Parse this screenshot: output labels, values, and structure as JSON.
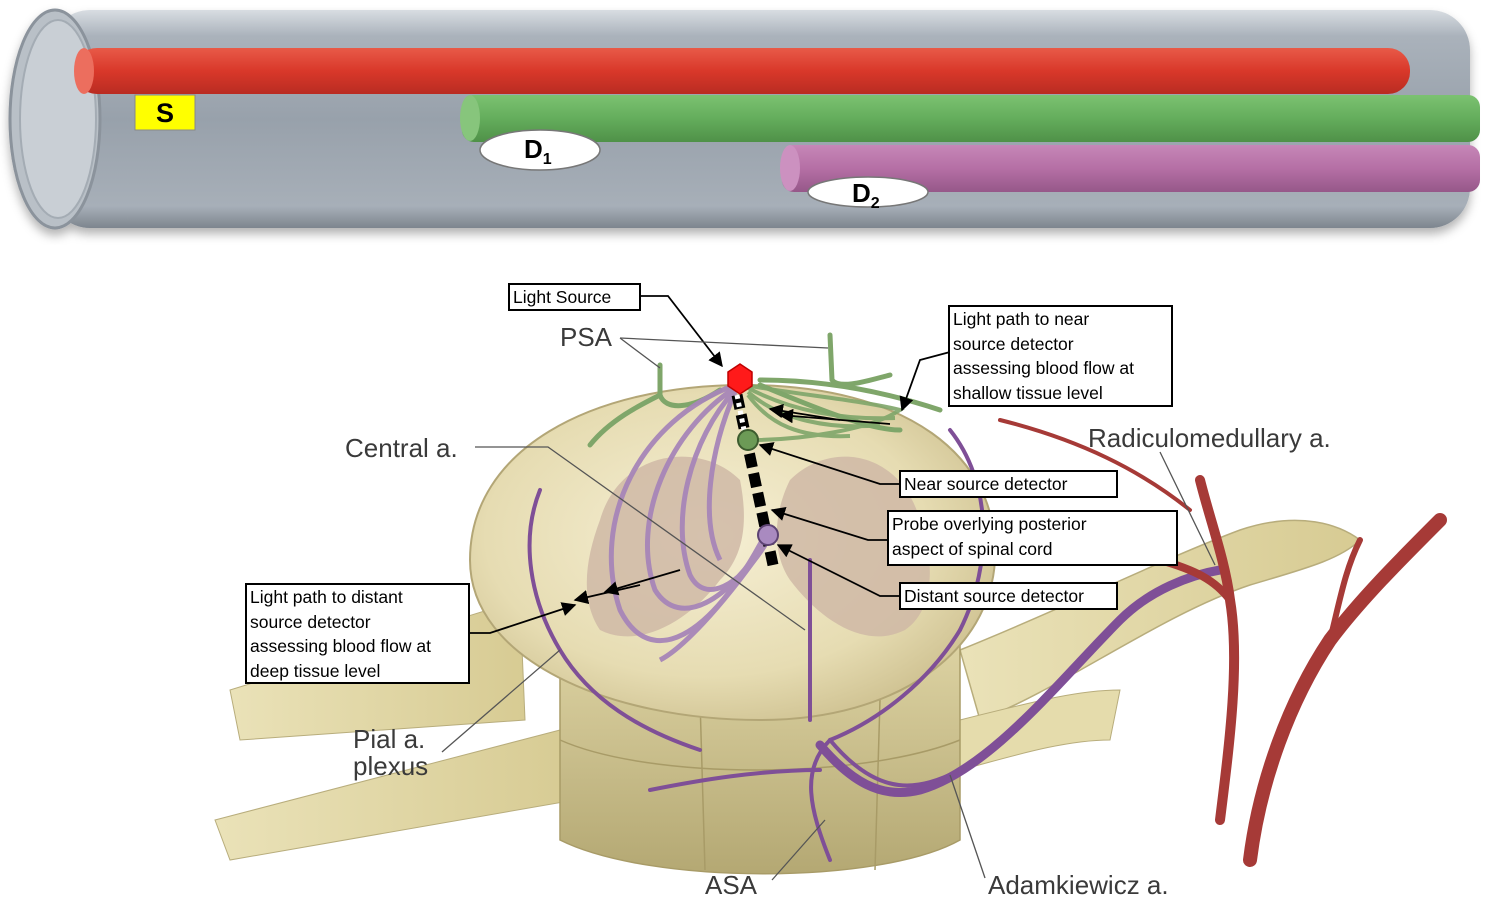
{
  "probe": {
    "source_label": "S",
    "detector1": {
      "label": "D",
      "sub": "1"
    },
    "detector2": {
      "label": "D",
      "sub": "2"
    }
  },
  "colors": {
    "source_fiber": "#d9382a",
    "near_fiber": "#64ad5c",
    "distant_fiber": "#b56fa5",
    "tube": "#9aa3ad",
    "source_marker": "#ffff00",
    "light_source": "#ff1a1a",
    "near_path": "#7fa66a",
    "distant_path": "#a786b8",
    "vessel_purple": "#7f4f97",
    "artery_red": "#a63a37"
  },
  "callouts": {
    "light_source": "Light Source",
    "near_path": "Light path to near\nsource detector\nassessing blood flow at\nshallow tissue level",
    "near_detector": "Near source detector",
    "probe": "Probe overlying posterior\naspect of spinal cord",
    "distant_detector": "Distant source detector",
    "distant_path": "Light path to distant\nsource detector\nassessing blood flow at\ndeep tissue level"
  },
  "anatomy": {
    "psa": "PSA",
    "central": "Central a.",
    "radiculomedullary": "Radiculomedullary a.",
    "pial": "Pial a.\nplexus",
    "asa": "ASA",
    "adamkiewicz": "Adamkiewicz a."
  }
}
